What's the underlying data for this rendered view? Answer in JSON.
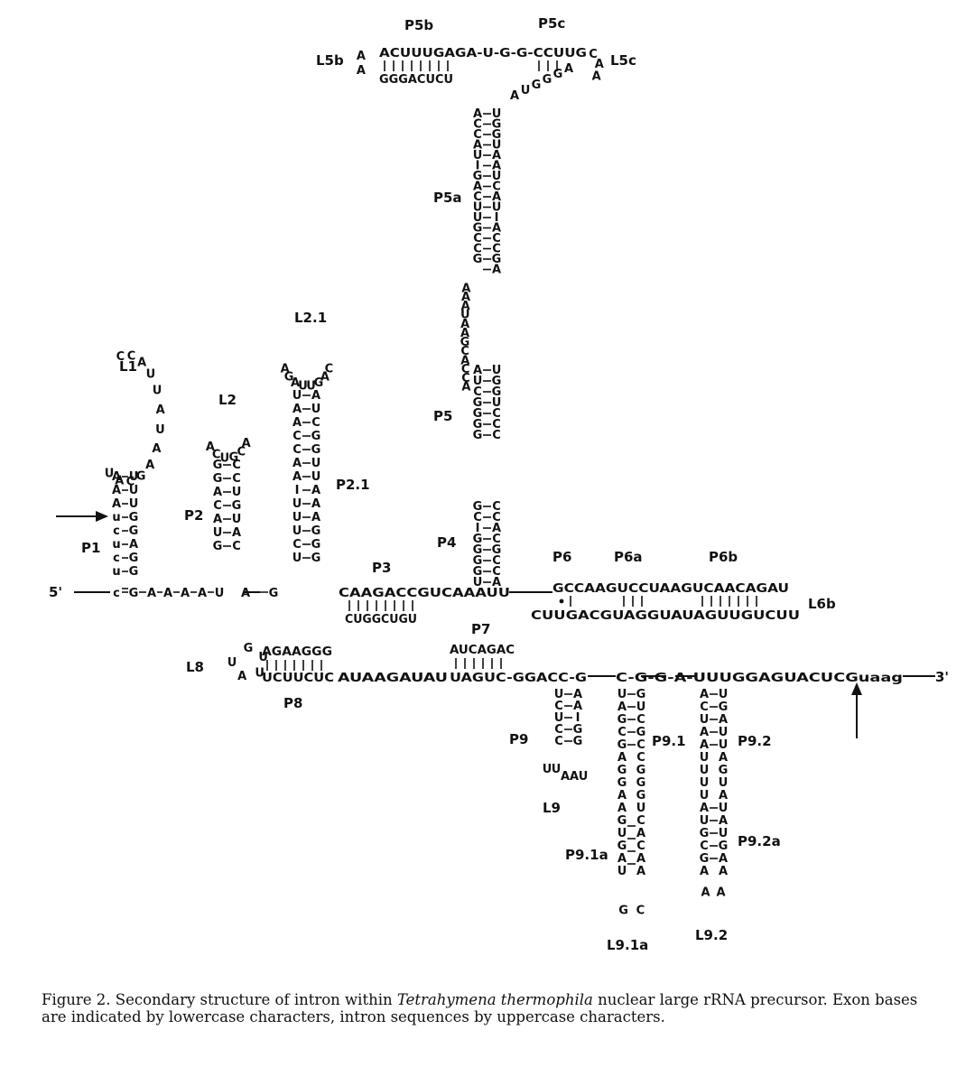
{
  "figure": {
    "labels": {
      "L1": "L1",
      "L2": "L2",
      "L2_1": "L2.1",
      "P1": "P1",
      "P2": "P2",
      "P2_1": "P2.1",
      "P3": "P3",
      "P4": "P4",
      "P5": "P5",
      "P5a": "P5a",
      "P5b": "P5b",
      "P5c": "P5c",
      "L5b": "L5b",
      "L5c": "L5c",
      "P6": "P6",
      "P6a": "P6a",
      "P6b": "P6b",
      "L6b": "L6b",
      "P7": "P7",
      "P8": "P8",
      "L8": "L8",
      "P9": "P9",
      "L9": "L9",
      "P9_1": "P9.1",
      "P9_2": "P9.2",
      "P9_1a": "P9.1a",
      "P9_2a": "P9.2a",
      "L9_1a": "L9.1a",
      "L9_2": "L9.2"
    },
    "ends": {
      "five": "5'",
      "three": "3'"
    },
    "bases": {
      "spine": [
        "c",
        "G",
        "A",
        "A",
        "A",
        "A",
        "U",
        "A",
        "G"
      ],
      "p3_top": "CAAGACCGUCAAAUU",
      "p3_bottom": "CUGGCUGU",
      "p1_left": [
        "A",
        "A",
        "A",
        "u",
        "c",
        "u",
        "c",
        "u"
      ],
      "p1_right": [
        "U",
        "U",
        "U",
        "G",
        "G",
        "A",
        "G",
        "G"
      ],
      "l1": [
        "U",
        "A",
        "C",
        "G",
        "A",
        "A",
        "U",
        "A",
        "U",
        "U",
        "A",
        "C",
        "C"
      ],
      "p2_left": [
        "G",
        "G",
        "A",
        "C",
        "A",
        "U",
        "G"
      ],
      "p2_right": [
        "C",
        "C",
        "U",
        "G",
        "U",
        "A",
        "C"
      ],
      "l2": [
        "A",
        "C",
        "U",
        "G",
        "C",
        "A"
      ],
      "p21_left": [
        "U",
        "A",
        "A",
        "C",
        "C",
        "A",
        "A",
        "I",
        "U",
        "U",
        "U",
        "C",
        "U"
      ],
      "p21_right": [
        "A",
        "U",
        "C",
        "G",
        "G",
        "U",
        "U",
        "A",
        "A",
        "A",
        "G",
        "G",
        "G"
      ],
      "l21": [
        "A",
        "G",
        "A",
        "U",
        "U",
        "G",
        "A",
        "C"
      ],
      "p4_left": [
        "G",
        "C",
        "I",
        "G",
        "G",
        "G",
        "G",
        "U"
      ],
      "p4_right": [
        "C",
        "C",
        "A",
        "C",
        "G",
        "C",
        "C",
        "A"
      ],
      "p5_left": [
        "A",
        "U",
        "C",
        "G",
        "G",
        "G",
        "G"
      ],
      "p5_right": [
        "U",
        "G",
        "G",
        "U",
        "C",
        "C",
        "C"
      ],
      "p5_mid": [
        "A",
        "A",
        "A",
        "U",
        "A",
        "A",
        "G",
        "C",
        "A",
        "C",
        "C",
        "A"
      ],
      "p5a_left": [
        "A",
        "C",
        "C",
        "A",
        "U",
        "I",
        "G",
        "A",
        "C",
        "U",
        "U",
        "G",
        "C",
        "C",
        "G"
      ],
      "p5a_right": [
        "U",
        "G",
        "G",
        "U",
        "A",
        "A",
        "U",
        "C",
        "A",
        "U",
        "I",
        "A",
        "C",
        "C",
        "G",
        "A"
      ],
      "p5b_top": "ACUUUGAGA-U-G-G-CCUUG",
      "p5b_bottom": "GGGACUCU",
      "l5b": [
        "A",
        "A"
      ],
      "l5c": [
        "C",
        "A",
        "A"
      ],
      "p5c_bottom": [
        "A",
        "U",
        "G",
        "G",
        "G",
        "A"
      ],
      "p6_top": "GCCAAGUCCUAAGUCAACAGAU",
      "p6_bottom": "CUUGACGUAGGUAUAGUUGUCUU",
      "p7_top": "AUCAGAC",
      "p7_bottom": "UAGUC-GGACC-G",
      "j78": "AUAAGAUAU",
      "p8_top": "AGAAGGG",
      "p8_bottom": "UCUUCUC",
      "l8": [
        "G",
        "U",
        "U",
        "A",
        "U"
      ],
      "tail": "C-G-G-A-UUUGGAGUACUCGuaag",
      "p9_left": [
        "U",
        "C",
        "U",
        "C",
        "C"
      ],
      "p9_right": [
        "A",
        "A",
        "I",
        "G",
        "G"
      ],
      "l9": [
        "U",
        "U",
        "A",
        "A",
        "U"
      ],
      "p91_left": [
        "U",
        "A",
        "G",
        "C",
        "G",
        "A",
        "G",
        "G",
        "A",
        "A",
        "G",
        "U",
        "G",
        "A",
        "U"
      ],
      "p91_right": [
        "G",
        "U",
        "C",
        "G",
        "C",
        "C",
        "G",
        "G",
        "G",
        "U",
        "C",
        "A",
        "C",
        "A",
        "A"
      ],
      "l91a": [
        "G",
        "C"
      ],
      "p92_left": [
        "A",
        "C",
        "U",
        "A",
        "A",
        "U",
        "U",
        "U",
        "U",
        "A",
        "U",
        "G",
        "C",
        "G",
        "A"
      ],
      "p92_right": [
        "U",
        "G",
        "A",
        "U",
        "U",
        "A",
        "G",
        "U",
        "A",
        "U",
        "A",
        "U",
        "G",
        "A",
        "A"
      ],
      "l92": [
        "A",
        "A"
      ]
    }
  },
  "caption": {
    "lead": "Figure 2.  Secondary structure of intron within ",
    "species": "Tetrahymena thermophila",
    "rest": "  nuclear large rRNA precursor.  Exon bases are indicated by lowercase characters, intron sequences by uppercase characters."
  }
}
